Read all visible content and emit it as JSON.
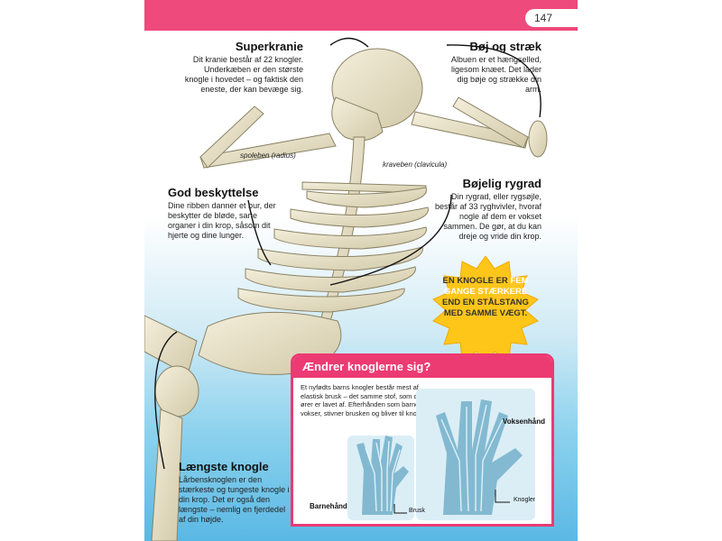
{
  "header": {
    "page_number": "147"
  },
  "sections": {
    "skull": {
      "title": "Superkranie",
      "text": "Dit kranie består af 22 knogler. Underkæben er den største knogle i hovedet – og faktisk den eneste, der kan bevæge sig."
    },
    "elbow": {
      "title": "Bøj og stræk",
      "text": "Albuen er et hængselled, ligesom knæet. Det lader dig bøje og strække din arm."
    },
    "ribs": {
      "title": "God beskyttelse",
      "text": "Dine ribben danner et bur, der beskytter de bløde, sarte organer i din krop, såsom dit hjerte og dine lunger."
    },
    "spine": {
      "title": "Bøjelig rygrad",
      "text": "Din rygrad, eller rygsøjle, består af 33 ryghvivler, hvoraf nogle af dem er vokset sammen. De gør, at du kan dreje og vride din krop."
    },
    "femur": {
      "title": "Længste knogle",
      "text": "Lårbensknoglen er den stærkeste og tungeste knogle i din krop. Det er også den længste – nemlig en fjerdedel af din højde."
    }
  },
  "bone_labels": {
    "radius": "spoleben (radius)",
    "clavicle": "kraveben (clavicula)"
  },
  "fact": {
    "part1": "EN KNOGLE ER",
    "highlight": "FEM GANGE STÆRKERE",
    "part2": "END EN STÅLSTANG MED SAMME VÆGT."
  },
  "infobox": {
    "title": "Ændrer knoglerne sig?",
    "text": "Et nyfødts barns knogler består mest af elastisk brusk – det samme stof, som dine ører er lavet af. Efterhånden som barnet vokser, stivner brusken og bliver til knogler.",
    "child_hand_label": "Barnehånd",
    "adult_hand_label": "Voksenhånd",
    "cartilage_label": "Brusk",
    "bones_label": "Knogler"
  },
  "colors": {
    "accent": "#ec3a73",
    "starburst": "#ffc61a",
    "bone": "#ece6d0"
  }
}
